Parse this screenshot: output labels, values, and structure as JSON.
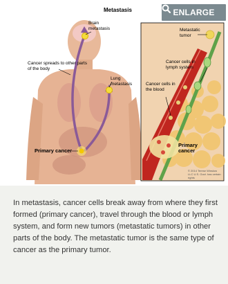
{
  "figure": {
    "title": "Metastasis",
    "enlarge_label": "ENLARGE",
    "labels": {
      "brain": "Brain metastasis",
      "spreads": "Cancer spreads to other parts of the body",
      "lung": "Lung metastasis",
      "primary_cancer": "Primary cancer",
      "metastatic_tumor": "Metastatic tumor",
      "lymph": "Cancer cells in lymph system",
      "blood": "Cancer cells in the blood",
      "primary_tumor": "Primary cancer"
    },
    "copyright": "© 2014 Terese Winslow LLC U.S. Govt. has certain rights"
  },
  "caption": "In metastasis, cancer cells break away from where they first formed (primary cancer), travel through the blood or lymph system, and form new tumors (metastatic tumors) in other parts of the body. The metastatic tumor is the same type of cancer as the primary tumor."
}
